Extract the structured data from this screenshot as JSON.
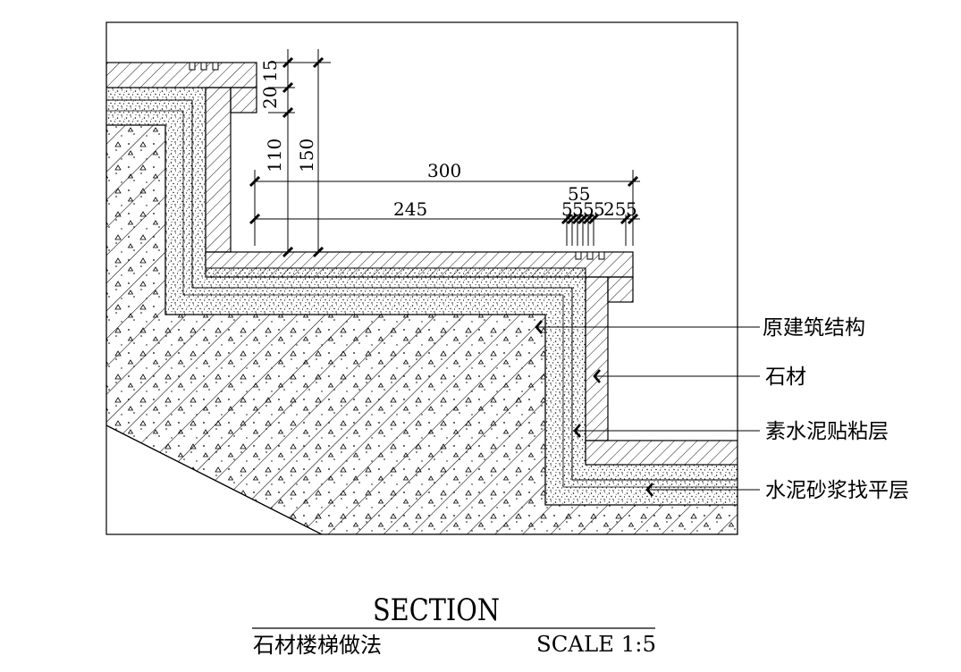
{
  "drawing": {
    "dimensions": {
      "top_15": "15",
      "top_20": "20",
      "v_110": "110",
      "v_150": "150",
      "h_300": "300",
      "h_245": "245",
      "h_55": "55",
      "small_5a": "5",
      "small_5b": "5",
      "small_5c": "5",
      "small_5d": "5",
      "small_25": "25",
      "small_5e": "5"
    },
    "callouts": [
      "原建筑结构",
      "石材",
      "素水泥贴粘层",
      "水泥砂浆找平层"
    ]
  },
  "title_block": {
    "title": "SECTION",
    "subtitle": "石材楼梯做法",
    "scale": "SCALE 1:5"
  }
}
